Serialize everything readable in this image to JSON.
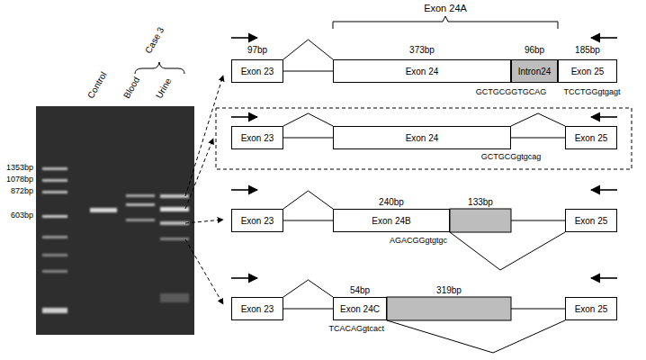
{
  "diagram": {
    "nodes": [
      {
        "text": [
          "Exon 23"
        ]
      },
      {
        "text": [
          "Exon 24"
        ]
      },
      {
        "text": [
          "Intron24"
        ]
      },
      {
        "text": [
          "Exon 25"
        ]
      },
      {
        "text": [
          "Exon 23"
        ]
      },
      {
        "text": [
          "Exon 24"
        ]
      },
      {
        "text": [
          "Exon 25"
        ]
      },
      {
        "text": [
          "Exon 23"
        ]
      },
      {
        "text": [
          "Exon 24B"
        ]
      },
      {
        "text": [
          "Exon 25"
        ]
      },
      {
        "text": [
          "Exon 23"
        ]
      },
      {
        "text": [
          "Exon 24C"
        ]
      },
      {
        "text": [
          "Exon 25"
        ]
      }
    ],
    "edges": [
      {
        "from": 0,
        "to": 1,
        "arrow": "none"
      },
      {
        "from": 4,
        "to": 5,
        "arrow": "none"
      },
      {
        "from": 5,
        "to": 6,
        "arrow": "none"
      },
      {
        "from": 7,
        "to": 8,
        "arrow": "none"
      },
      {
        "from": 8,
        "to": 9,
        "arrow": "none"
      },
      {
        "from": 10,
        "to": 11,
        "arrow": "none"
      },
      {
        "from": 11,
        "to": 12,
        "arrow": "none"
      }
    ],
    "labels": [
      "1353bp",
      "1078bp",
      "872bp",
      "603bp",
      "Control",
      "Blood",
      "Case 3",
      "Urine",
      "Exon 24A",
      "97bp",
      "373bp",
      "96bp",
      "185bp",
      "GCTGCGGTGCAG",
      "TCCTGGgtgagt",
      "GCTGCGgtgcag",
      "240bp",
      "133bp",
      "AGACGGgtgtgc",
      "54bp",
      "319bp",
      "TCACAGgtcact"
    ]
  }
}
